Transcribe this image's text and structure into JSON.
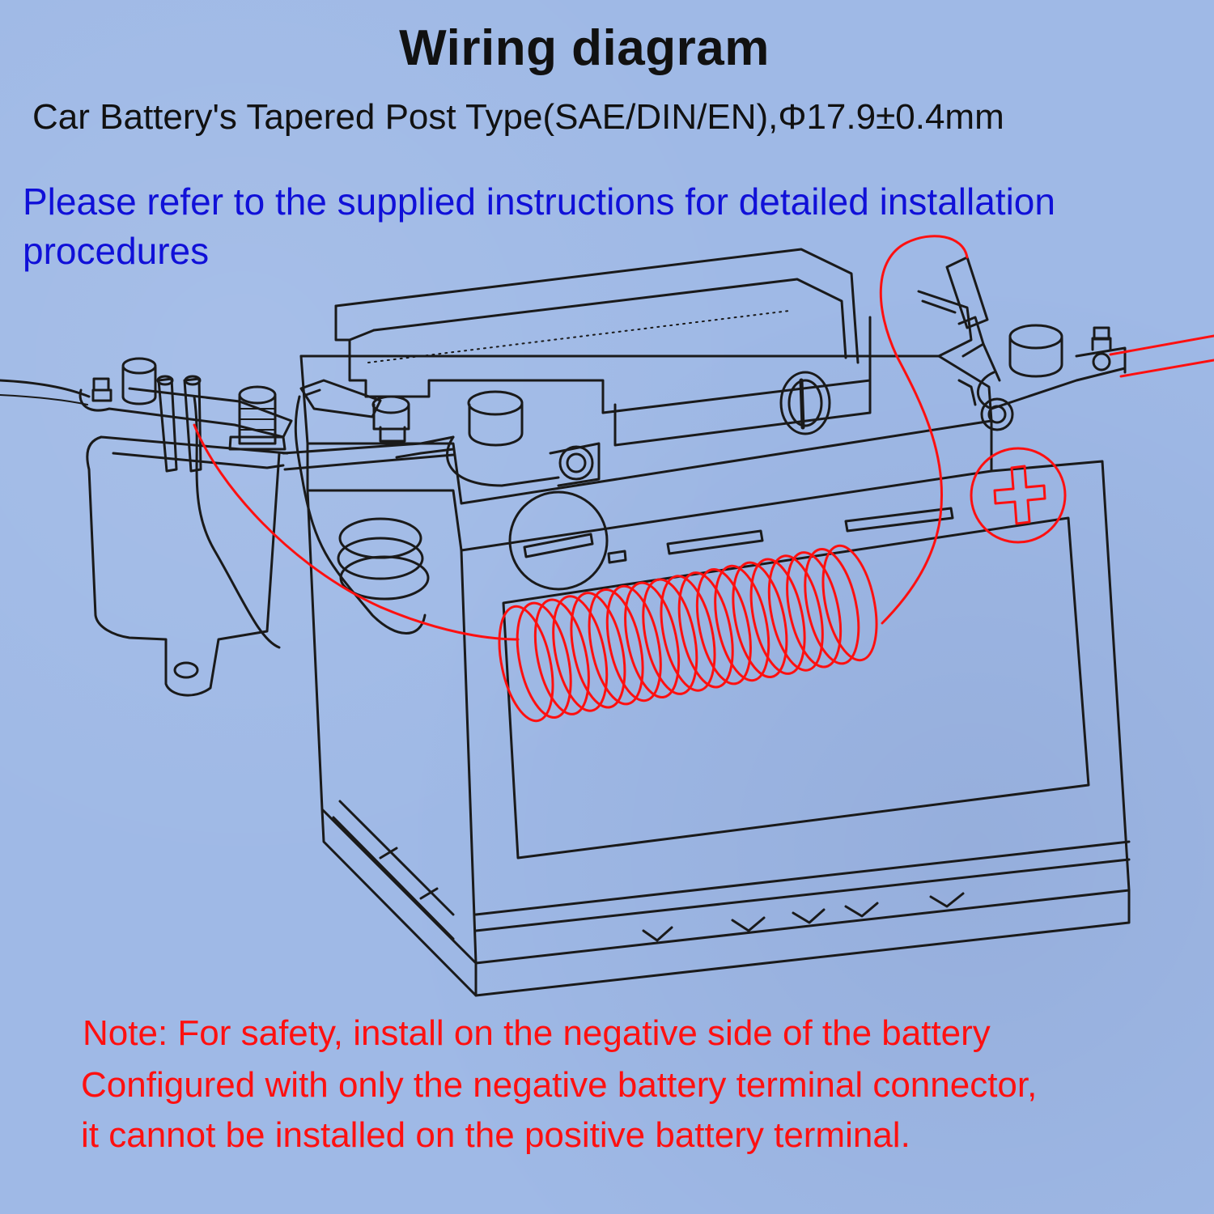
{
  "header": {
    "title": "Wiring diagram",
    "subtitle": "Car Battery's Tapered Post Type(SAE/DIN/EN),Φ17.9±0.4mm"
  },
  "instructions": {
    "line1": "Please refer to the supplied instructions for detailed installation",
    "line2": "procedures"
  },
  "notes": {
    "line1": "Note: For safety, install on the negative side of the battery",
    "line2": "Configured with only the negative battery terminal connector,",
    "line3": "it cannot be installed on the positive battery terminal."
  },
  "colors": {
    "background": "#9fb9e6",
    "outline": "#1a1a1a",
    "wire": "#ff1010",
    "instruction_text": "#1010d8",
    "note_text": "#ff1010"
  }
}
